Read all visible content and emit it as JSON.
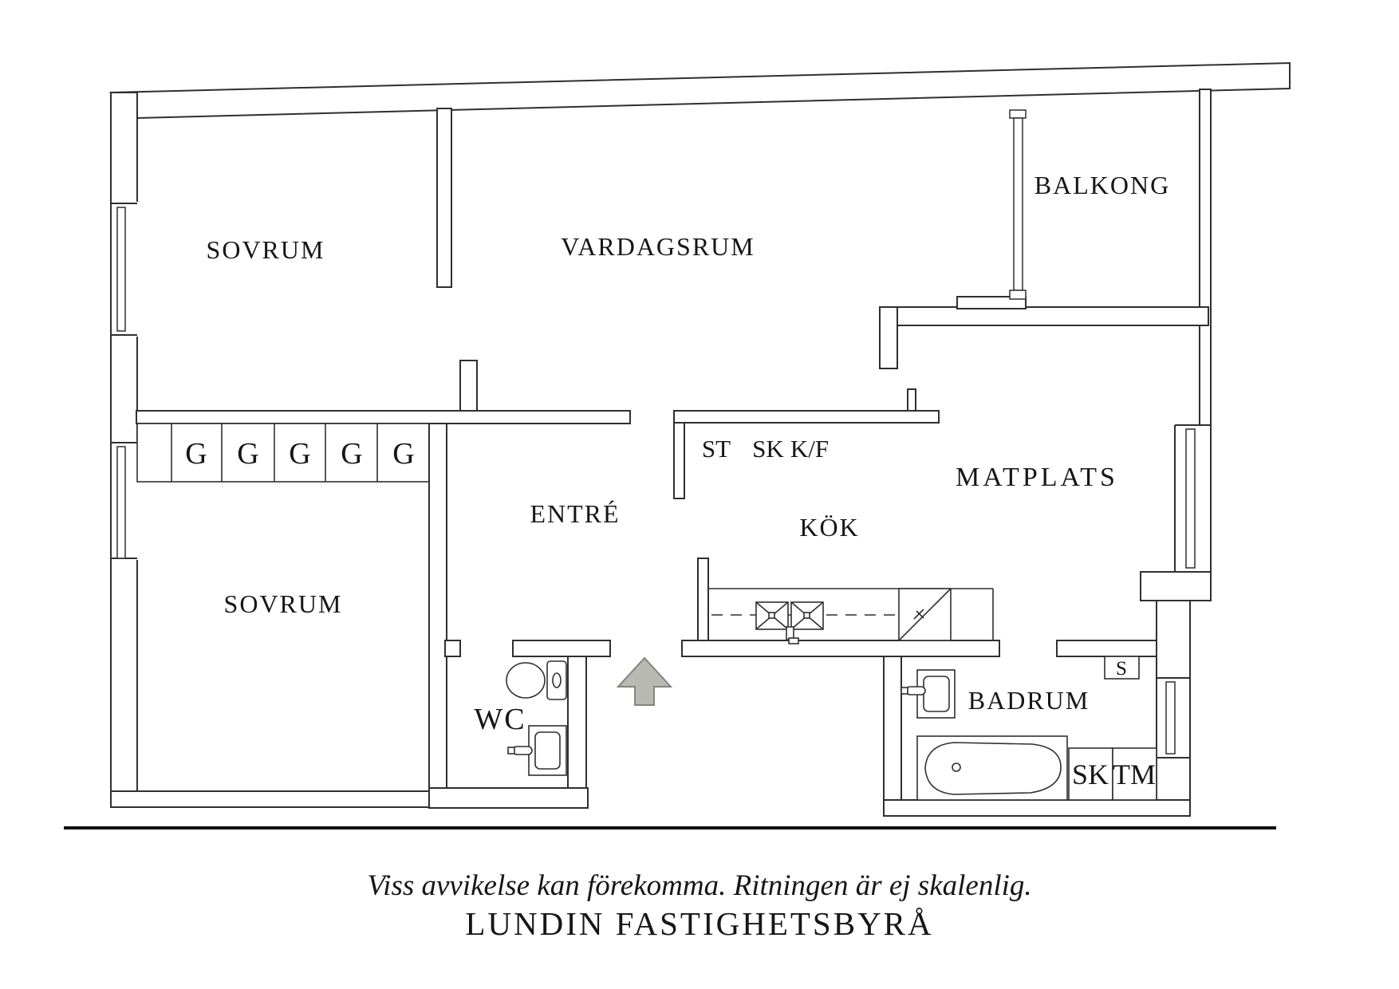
{
  "plan": {
    "rooms": {
      "bedroom_top": {
        "label": "SOVRUM"
      },
      "living_room": {
        "label": "VARDAGSRUM"
      },
      "balcony": {
        "label": "BALKONG"
      },
      "bedroom_bottom": {
        "label": "SOVRUM"
      },
      "entry": {
        "label": "ENTRÉ"
      },
      "kitchen": {
        "label": "KÖK"
      },
      "dining": {
        "label": "MATPLATS"
      },
      "wc": {
        "label": "WC"
      },
      "bathroom": {
        "label": "BADRUM"
      }
    },
    "wardrobes": [
      "G",
      "G",
      "G",
      "G",
      "G"
    ],
    "kitchen_units": {
      "pantry": "ST",
      "cabinet": "SK",
      "fridge_freezer": "K/F"
    },
    "bathroom_units": {
      "s_unit": "S",
      "cabinet": "SK",
      "washing_machine": "TM"
    },
    "colors": {
      "wall_line": "#2f2f2f",
      "label_text": "#161616",
      "arrow_fill": "#b9b9b4",
      "arrow_stroke": "#84847f",
      "rule": "#111111"
    }
  },
  "footer": {
    "disclaimer": "Viss avvikelse kan förekomma. Ritningen är ej skalenlig.",
    "brand": "LUNDIN FASTIGHETSBYRÅ"
  }
}
